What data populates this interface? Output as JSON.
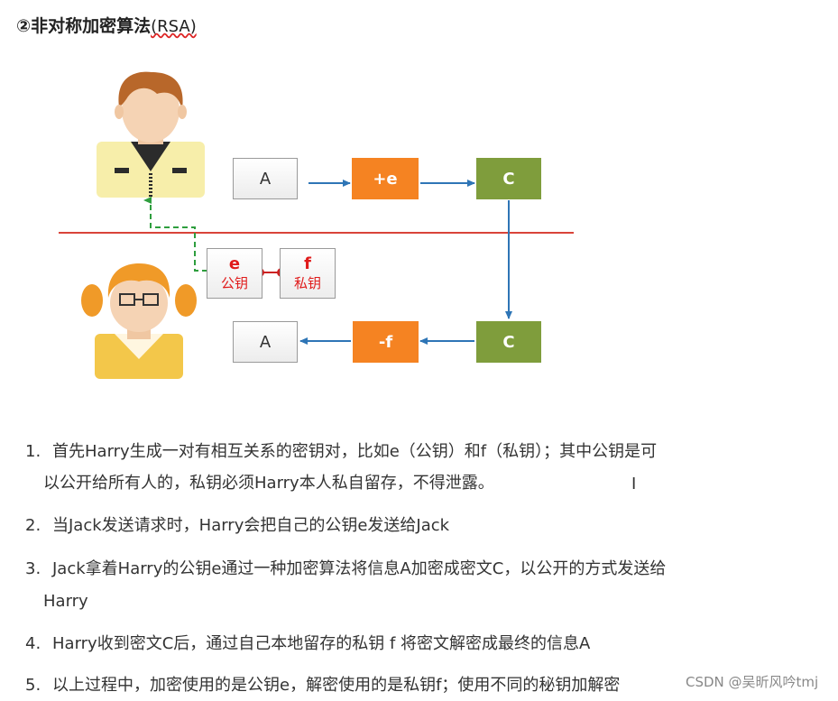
{
  "title": {
    "main": "②非对称加密算法",
    "suffix": "(RSA)"
  },
  "diagram": {
    "top_row": {
      "plain": "A",
      "op": "+e",
      "cipher": "C"
    },
    "bottom_row": {
      "plain": "A",
      "op": "-f",
      "cipher": "C"
    },
    "public_key": {
      "letter": "e",
      "label": "公钥"
    },
    "private_key": {
      "letter": "f",
      "label": "私钥"
    },
    "colors": {
      "orange": "#f58322",
      "green": "#7f9d3c",
      "arrow": "#2e75b6",
      "divider": "#d9443a",
      "key_red": "#e01b1b",
      "dashed": "#2e9e3e"
    }
  },
  "steps": [
    {
      "num": "1.",
      "lines": [
        "首先Harry生成一对有相互关系的密钥对，比如e（公钥）和f（私钥）；其中公钥是可",
        "以公开给所有人的，私钥必须Harry本人私自留存，不得泄露。"
      ]
    },
    {
      "num": "2.",
      "lines": [
        "当Jack发送请求时，Harry会把自己的公钥e发送给Jack"
      ]
    },
    {
      "num": "3.",
      "lines": [
        "Jack拿着Harry的公钥e通过一种加密算法将信息A加密成密文C，以公开的方式发送给",
        "Harry"
      ]
    },
    {
      "num": "4.",
      "lines": [
        "Harry收到密文C后，通过自己本地留存的私钥 f 将密文解密成最终的信息A"
      ]
    },
    {
      "num": "5.",
      "lines": [
        "以上过程中，加密使用的是公钥e，解密使用的是私钥f；使用不同的秘钥加解密"
      ]
    }
  ],
  "watermark": "CSDN @吴昕风吟tmj"
}
